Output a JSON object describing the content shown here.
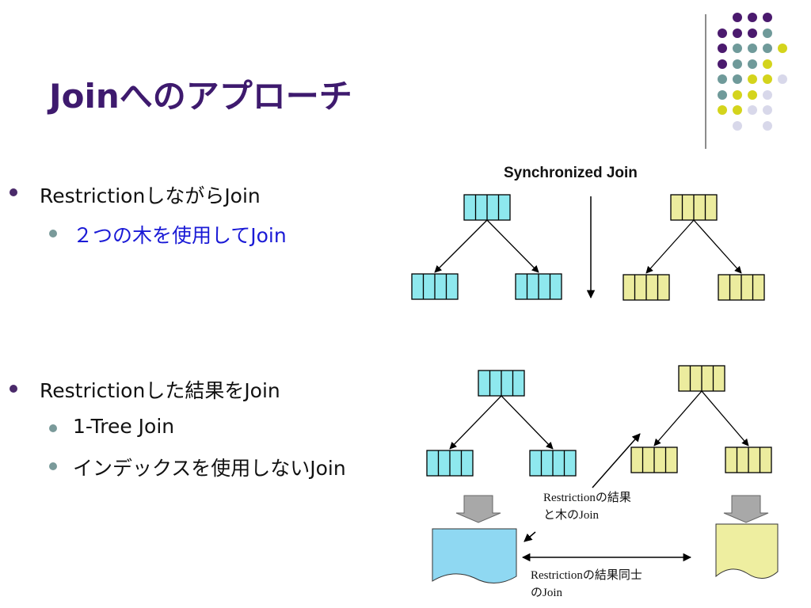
{
  "slide": {
    "title": "Joinへのアプローチ",
    "bullets": [
      {
        "text": "RestrictionしながらJoin",
        "sub": [
          {
            "text": "２つの木を使用してJoin",
            "color": "#1a1ad6"
          }
        ]
      },
      {
        "text": "Restrictionした結果をJoin",
        "sub": [
          {
            "text": "1-Tree Join",
            "color": "#111111"
          },
          {
            "text": "インデックスを使用しないJoin",
            "color": "#111111"
          }
        ]
      }
    ]
  },
  "diagram": {
    "sync_label": "Synchronized Join",
    "note_tree": [
      "Restrictionの結果",
      "と木のJoin"
    ],
    "note_mutual": [
      "Restrictionの結果同士",
      "のJoin"
    ]
  },
  "colors": {
    "title": "#3e1a6e",
    "cyan_node": "#8ee8ee",
    "yellow_node": "#ecec9e",
    "cyan_result": "#8fd8f2",
    "yellow_result": "#eeeea0",
    "dot_purple": "#4b1a6e",
    "dot_teal": "#6f9a9a",
    "dot_yellow": "#d4d41c",
    "dot_lavender": "#d8d8ea"
  }
}
